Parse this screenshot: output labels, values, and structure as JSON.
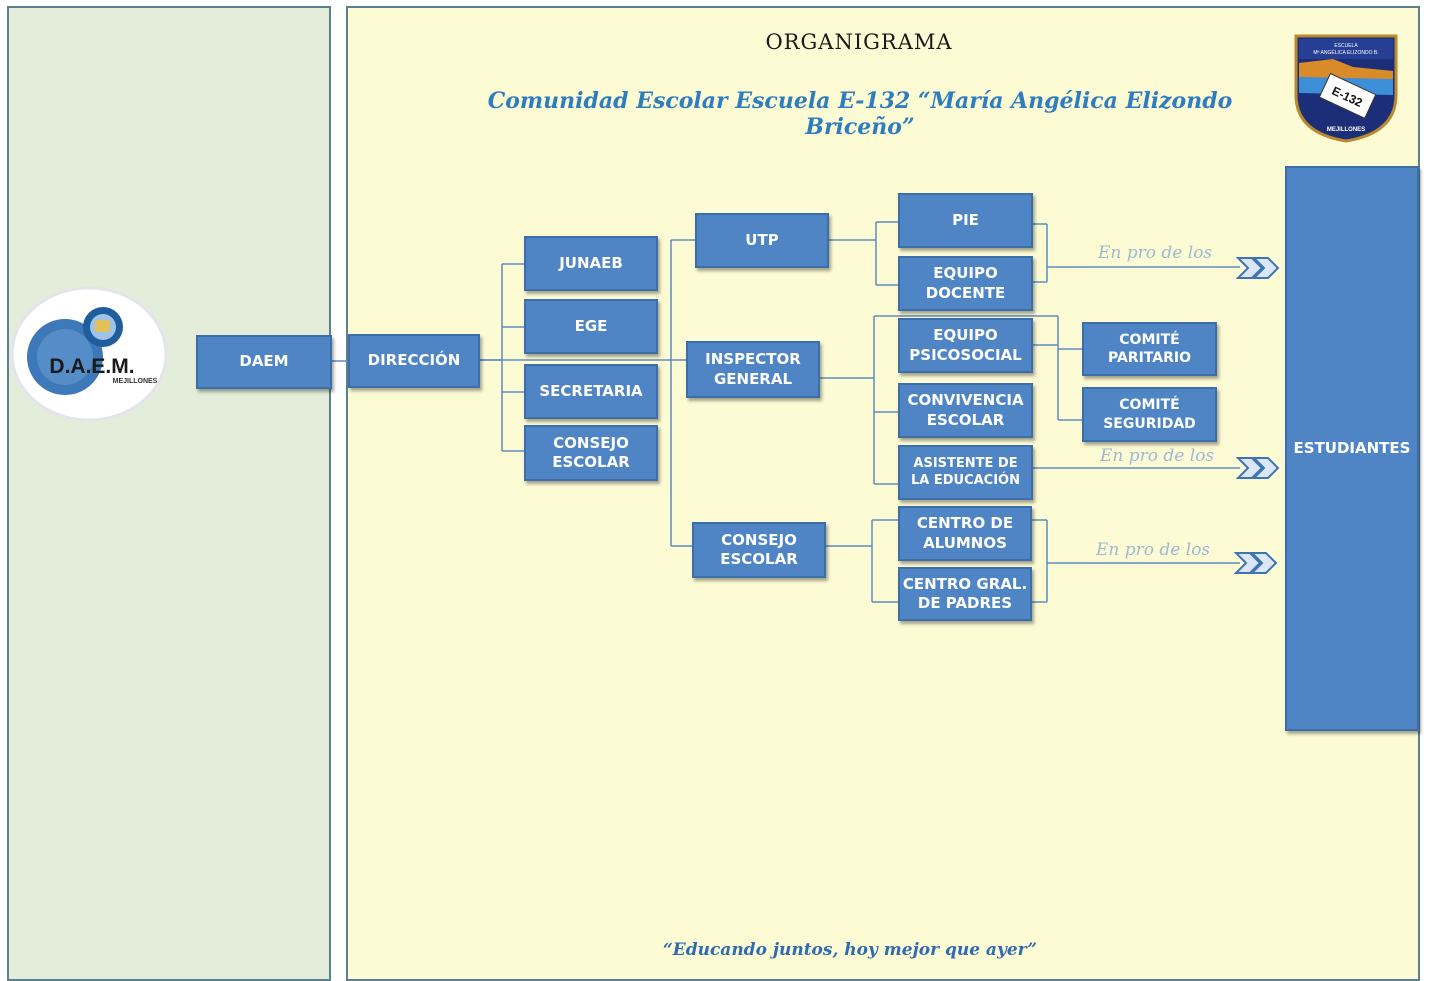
{
  "header": {
    "title": "ORGANIGRAMA",
    "subtitle": "Comunidad Escolar  Escuela E-132 “María Angélica Elizondo Briceño”"
  },
  "footer": {
    "motto": "“Educando juntos, hoy mejor que ayer”"
  },
  "logos": {
    "daem": {
      "text": "D.A.E.M.",
      "subtext": "MEJILLONES"
    },
    "school_badge": {
      "top": "ESCUELA\nMª ANGÉLICA ELIZONDO B.",
      "code": "E-132",
      "bottom": "MEJILLONES"
    }
  },
  "nodes": {
    "daem": "DAEM",
    "direccion": "DIRECCIÓN",
    "junaeb": "JUNAEB",
    "ege": "EGE",
    "secretaria": "SECRETARIA",
    "consejo_escolar_1": "CONSEJO\nESCOLAR",
    "utp": "UTP",
    "inspector_general": "INSPECTOR\nGENERAL",
    "consejo_escolar_2": "CONSEJO\nESCOLAR",
    "pie": "PIE",
    "equipo_docente": "EQUIPO\nDOCENTE",
    "equipo_psicosocial": "EQUIPO\nPSICOSOCIAL",
    "convivencia_escolar": "CONVIVENCIA\nESCOLAR",
    "asistente_educacion": "ASISTENTE DE\nLA EDUCACIÓN",
    "centro_alumnos": "CENTRO DE\nALUMNOS",
    "centro_padres": "CENTRO GRAL.\nDE PADRES",
    "comite_paritario": "COMITÉ\nPARITARIO",
    "comite_seguridad": "COMITÉ\nSEGURIDAD",
    "estudiantes": "ESTUDIANTES"
  },
  "arrow_label": "En pro de los",
  "colors": {
    "box_fill": "#4f85c5",
    "box_border": "#3c6ea8",
    "connector": "#5d8cc0",
    "left_panel": "#e3edd9",
    "main_panel": "#fdfbd4",
    "subtitle": "#2e7dc0"
  }
}
